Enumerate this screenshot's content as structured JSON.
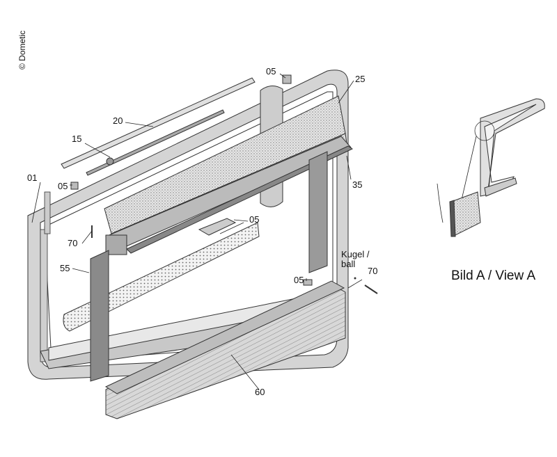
{
  "copyright": "© Dometic",
  "view_caption": "Bild A  / View A",
  "ball_label": "Kugel /\nball",
  "callouts": [
    {
      "id": "01",
      "text": "01"
    },
    {
      "id": "05a",
      "text": "05"
    },
    {
      "id": "05b",
      "text": "05"
    },
    {
      "id": "05c",
      "text": "05"
    },
    {
      "id": "05d",
      "text": "05"
    },
    {
      "id": "15",
      "text": "15"
    },
    {
      "id": "20",
      "text": "20"
    },
    {
      "id": "25",
      "text": "25"
    },
    {
      "id": "35",
      "text": "35"
    },
    {
      "id": "55",
      "text": "55"
    },
    {
      "id": "60",
      "text": "60"
    },
    {
      "id": "70a",
      "text": "70"
    },
    {
      "id": "70b",
      "text": "70"
    }
  ]
}
